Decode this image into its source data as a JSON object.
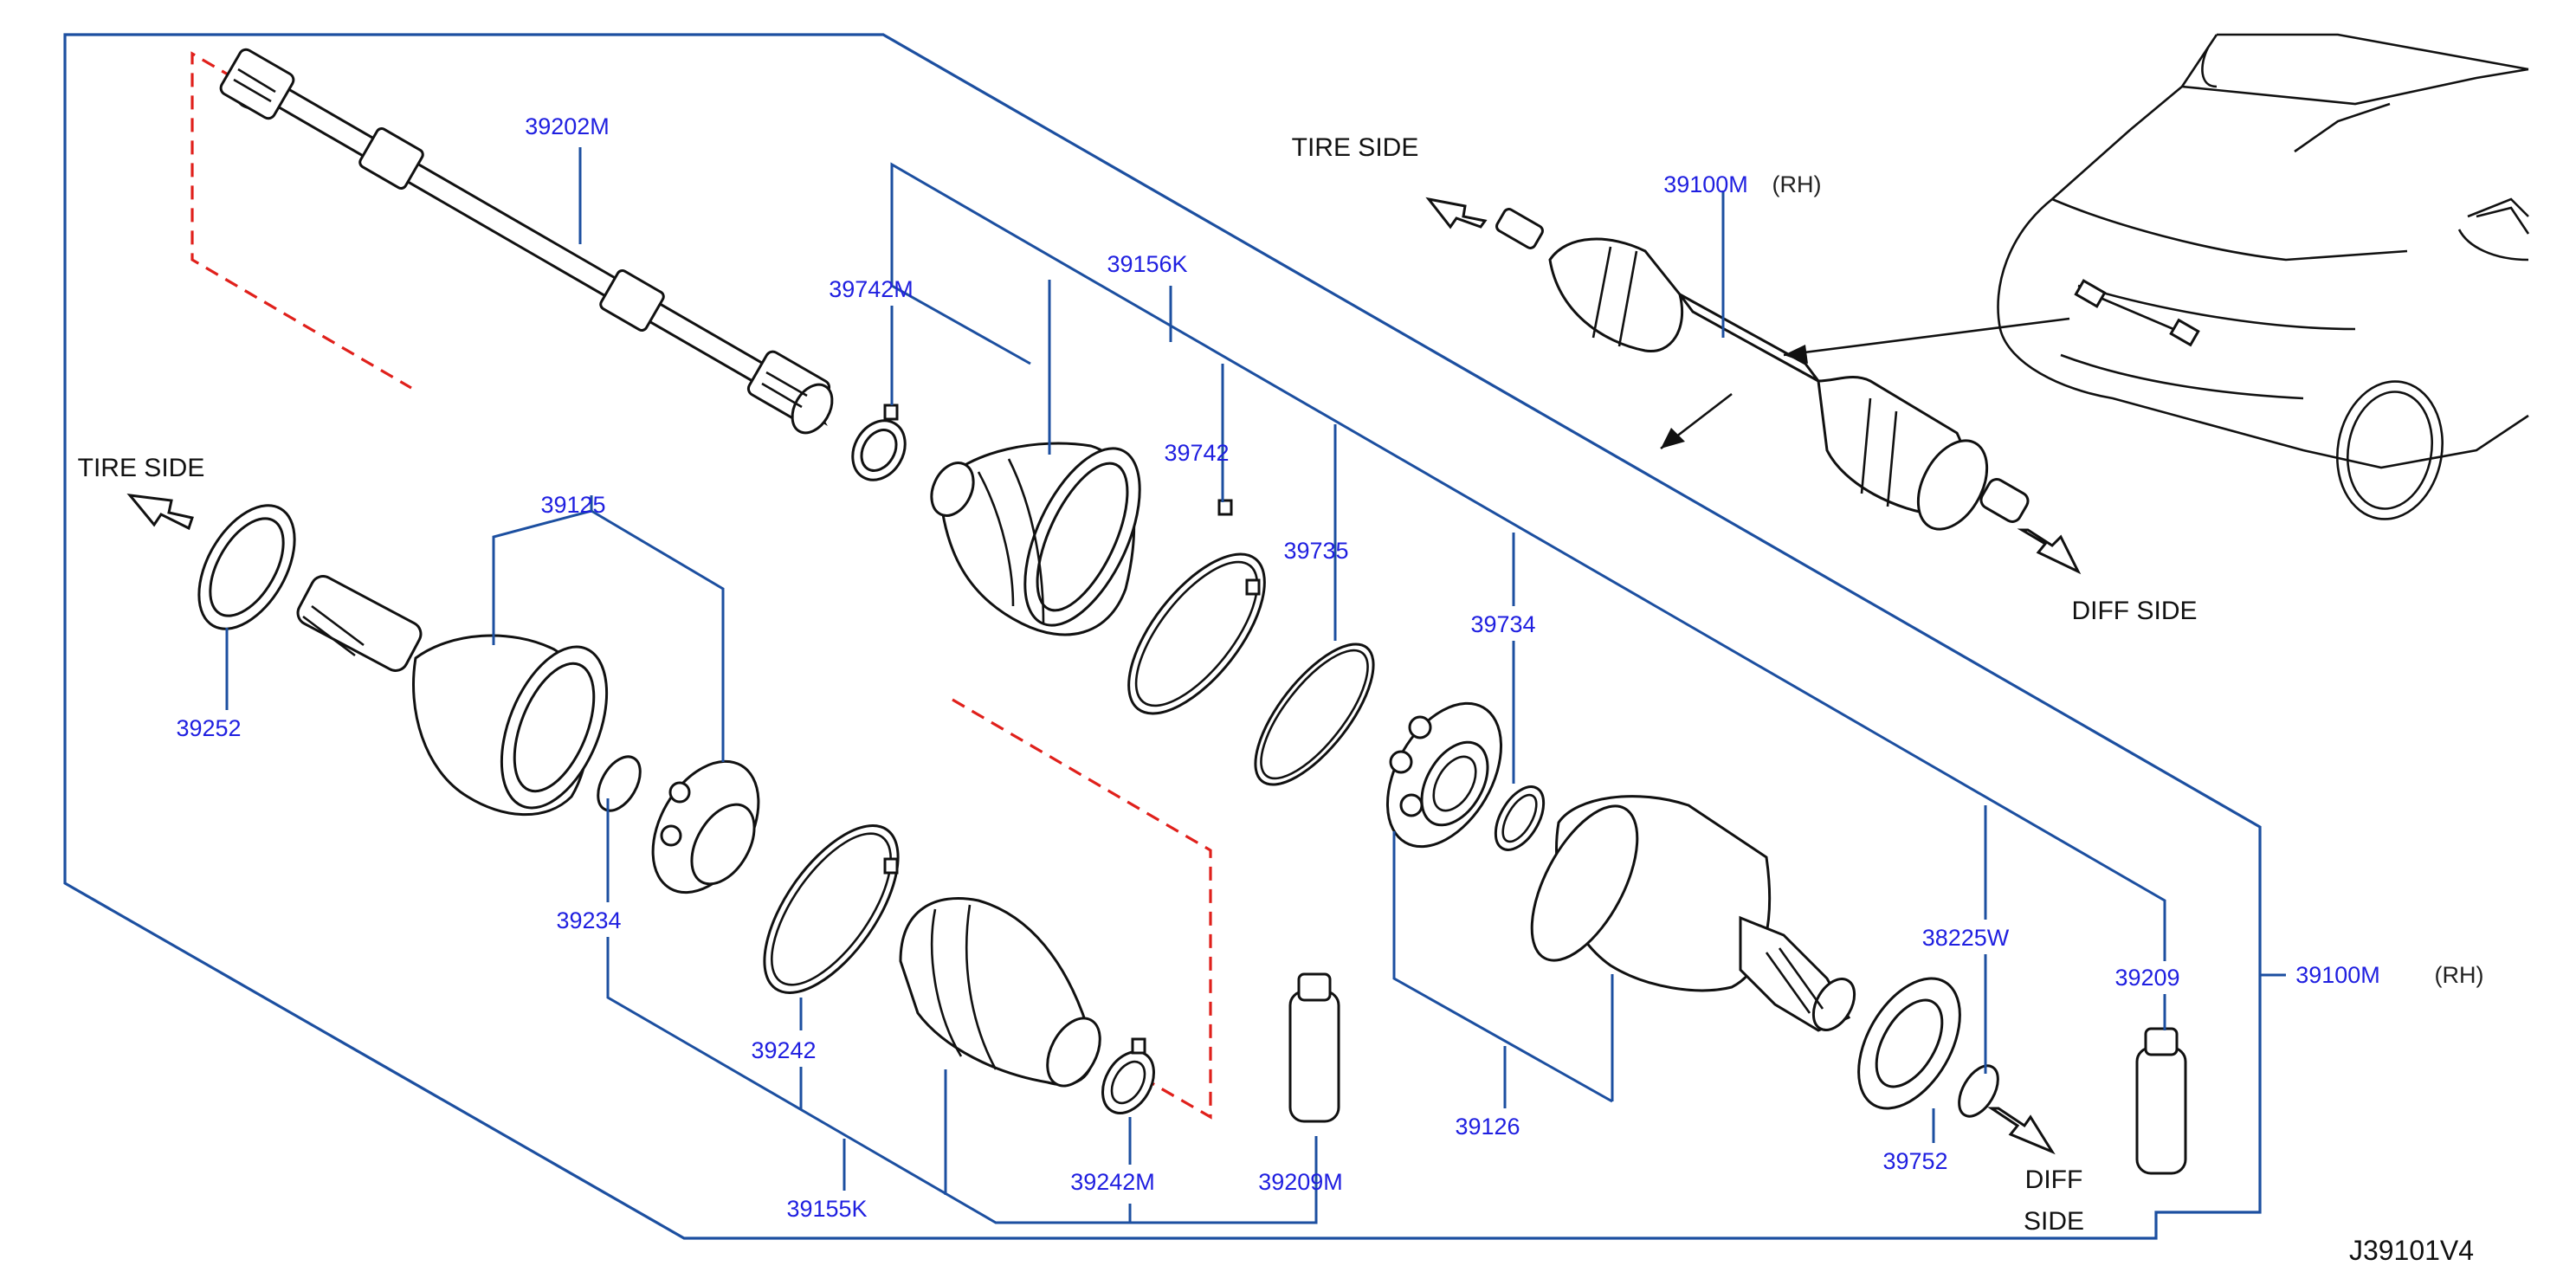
{
  "diagram": {
    "drawing_code": "J39101V4",
    "notes": {
      "tire_side_top": "TIRE   SIDE",
      "tire_side_left": "TIRE   SIDE",
      "diff_side_right": "DIFF   SIDE",
      "diff_side_bottom_1": "DIFF",
      "diff_side_bottom_2": "SIDE"
    },
    "parts": {
      "p39202M": "39202M",
      "p39742M": "39742M",
      "p39156K": "39156K",
      "p39742": "39742",
      "p39735": "39735",
      "p39734": "39734",
      "p39125": "39125",
      "p39252": "39252",
      "p39234": "39234",
      "p39242": "39242",
      "p39155K": "39155K",
      "p39242M": "39242M",
      "p39209M": "39209M",
      "p39126": "39126",
      "p39752": "39752",
      "p38225W": "38225W",
      "p39209": "39209",
      "p39100M_top": "39100M",
      "p39100M_right": "39100M"
    },
    "qualifiers": {
      "rh_top": "(RH)",
      "rh_right": "(RH)"
    },
    "icons": [
      "arrow-icon",
      "car-outline-icon"
    ]
  }
}
